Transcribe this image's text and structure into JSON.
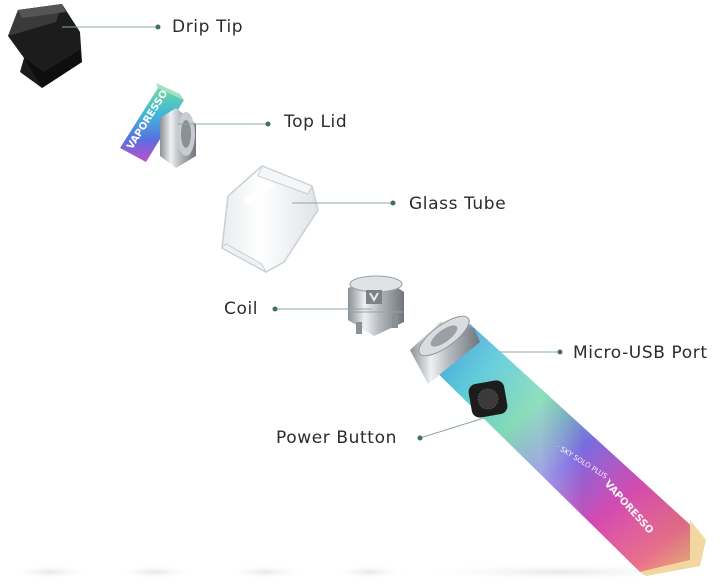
{
  "labels": {
    "drip_tip": "Drip Tip",
    "top_lid": "Top Lid",
    "glass_tube": "Glass Tube",
    "coil": "Coil",
    "micro_usb_port": "Micro-USB Port",
    "power_button": "Power Button"
  },
  "device_text": {
    "top_lid_brand": "VAPORESSO",
    "body_model": "· SKY SOLO PLUS ·",
    "body_brand": "VAPORESSO"
  },
  "colors": {
    "label_text": "#2b2b2b",
    "leader_line": "#8aa9a3",
    "leader_dot": "#3f6f66",
    "drip_tip": "#1e1e1e",
    "rainbow": [
      "#4a7bd8",
      "#3fc1d6",
      "#5fd39a",
      "#a45cd6",
      "#e64aa3",
      "#f0b070"
    ]
  }
}
